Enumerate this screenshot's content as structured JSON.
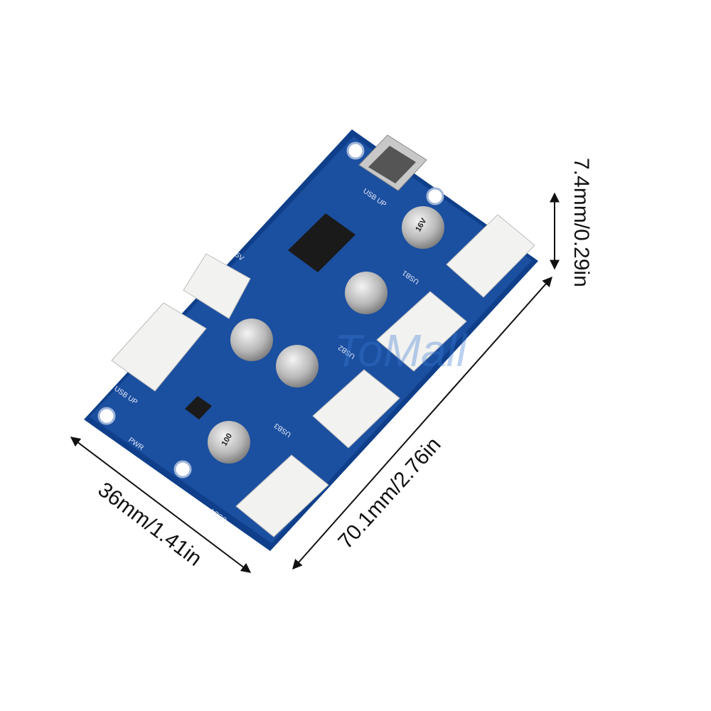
{
  "product": {
    "dimensions": {
      "height_label": "7.4mm/0.29in",
      "length_label": "70.1mm/2.76in",
      "width_label": "36mm/1.41in"
    },
    "board_labels": {
      "usb_up_left": "USB UP",
      "usb_up_top": "USB UP",
      "five_v": "5V",
      "pwr": "PWR",
      "usb1": "USB1",
      "usb2": "USB2",
      "usb3": "USB3",
      "usb4": "USB4",
      "cap_value": "100",
      "cap_voltage": "16V"
    },
    "watermark": "ToMall",
    "colors": {
      "board": "#1b4fa0",
      "connector": "#f2f2f0",
      "arrow": "#111111"
    }
  }
}
